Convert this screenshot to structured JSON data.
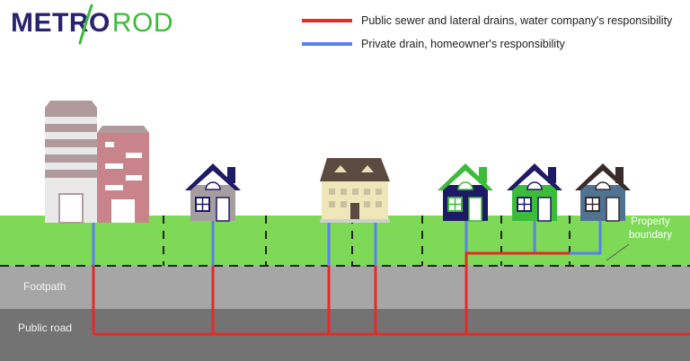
{
  "brand": {
    "name_bold": "METRO",
    "name_light": "ROD",
    "color_dark": "#2a2370",
    "color_green": "#3dbb3a"
  },
  "legend": [
    {
      "label": "Public sewer and lateral drains, water company's responsibility",
      "color": "#e62a28"
    },
    {
      "label": "Private drain, homeowner's responsibility",
      "color": "#5b7ef0"
    }
  ],
  "labels": {
    "footpath": "Footpath",
    "road": "Public road",
    "boundary_line1": "Property",
    "boundary_line2": "boundary"
  },
  "colors": {
    "grass": "#7ed957",
    "footpath": "#a6a6a6",
    "road": "#737373",
    "public_pipe": "#e62a28",
    "private_pipe": "#5b7ef0"
  }
}
